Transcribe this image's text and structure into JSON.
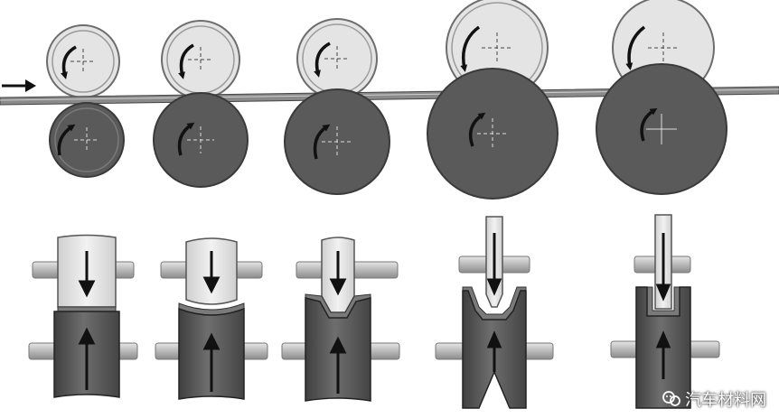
{
  "watermark": {
    "text": "汽车材料网"
  },
  "colors": {
    "background": "#ffffff",
    "upper_roll_fill": "#e2e2e2",
    "upper_roll_stroke": "#6d6d6d",
    "lower_roll_fill": "#5a5a5a",
    "lower_roll_stroke": "#3a3a3a",
    "strip": "#7a7a7a",
    "shaft": "#bdbdbd",
    "arrow": "#111111"
  },
  "icons": [
    "feed-direction-arrow-icon",
    "rotation-arrow-icon",
    "force-arrow-icon",
    "watermark-logo-icon"
  ],
  "stands": [
    {
      "id": 1,
      "upper_rotation": "counterclockwise",
      "lower_rotation": "clockwise",
      "profile": "flat"
    },
    {
      "id": 2,
      "upper_rotation": "counterclockwise",
      "lower_rotation": "clockwise",
      "profile": "shallow-groove"
    },
    {
      "id": 3,
      "upper_rotation": "counterclockwise",
      "lower_rotation": "clockwise",
      "profile": "v-groove"
    },
    {
      "id": 4,
      "upper_rotation": "counterclockwise",
      "lower_rotation": "clockwise",
      "profile": "deep-channel"
    },
    {
      "id": 5,
      "upper_rotation": "counterclockwise",
      "lower_rotation": "clockwise",
      "profile": "closed-channel"
    }
  ]
}
